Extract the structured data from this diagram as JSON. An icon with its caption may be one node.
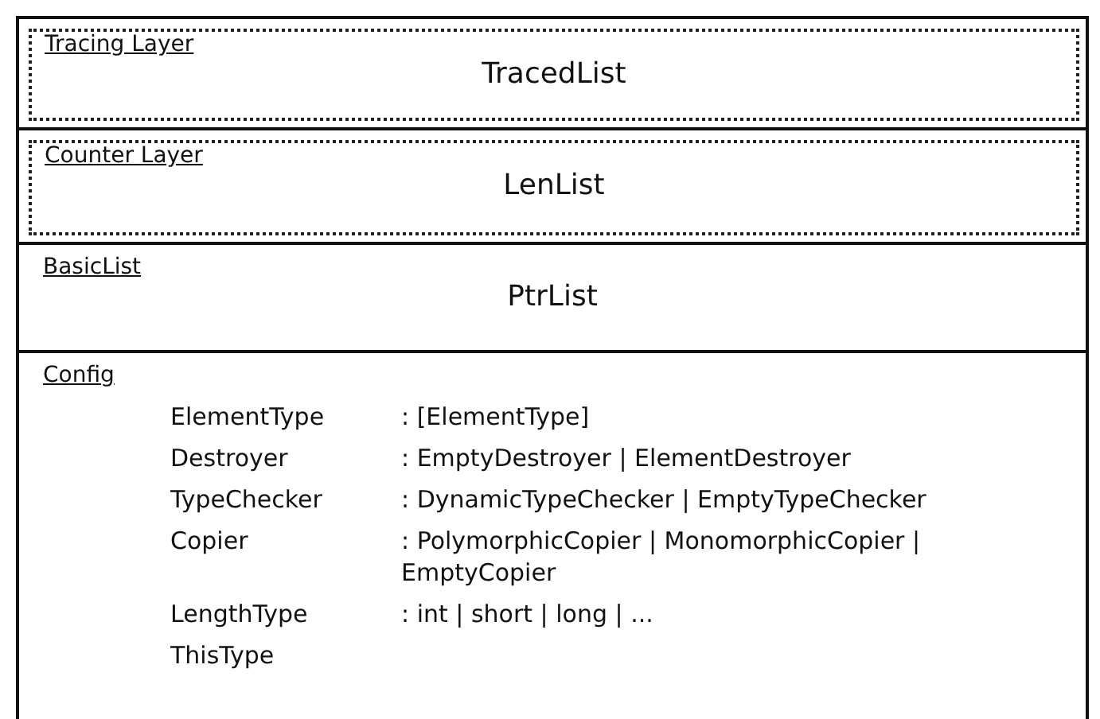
{
  "diagram": {
    "nodes": [
      {
        "text": [
          "Tracing Layer",
          "TracedList"
        ]
      },
      {
        "text": [
          "Counter Layer",
          "LenList"
        ]
      },
      {
        "text": [
          "BasicList",
          "PtrList"
        ]
      },
      {
        "text": [
          "Config",
          "ElementType",
          ": [ElementType]",
          "Destroyer",
          ": EmptyDestroyer | ElementDestroyer",
          "TypeChecker",
          ": DynamicTypeChecker | EmptyTypeChecker",
          "Copier",
          ": PolymorphicCopier | MonomorphicCopier | EmptyCopier",
          "LengthType",
          ": int | short | long | ...",
          "ThisType"
        ]
      }
    ],
    "edges": []
  }
}
